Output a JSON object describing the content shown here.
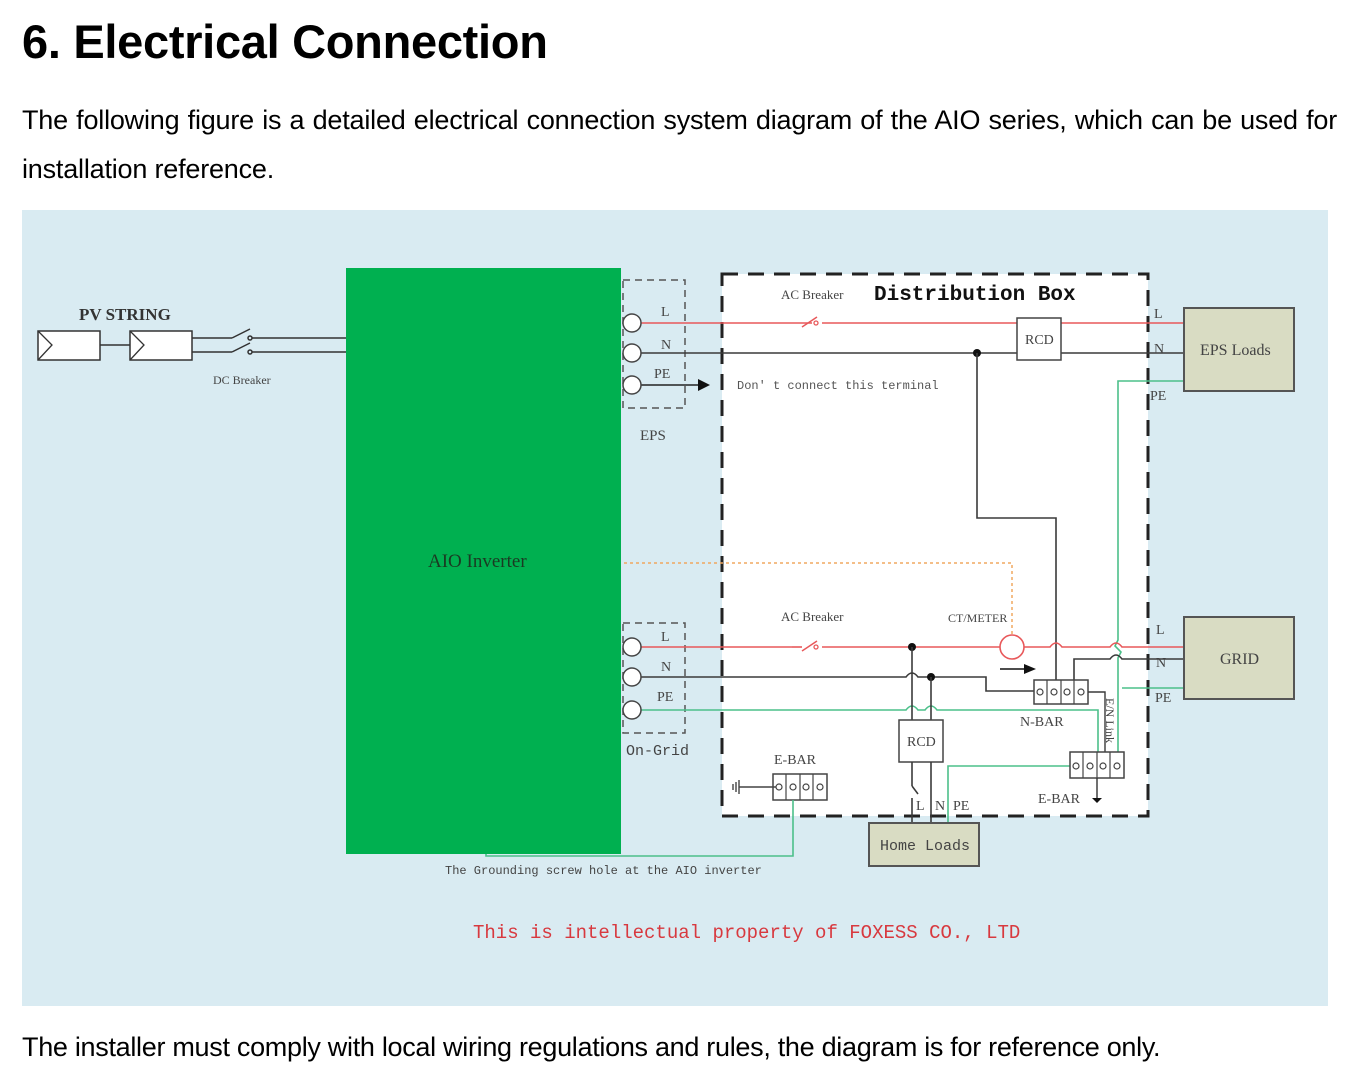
{
  "heading": "6. Electrical Connection",
  "intro": "The following figure is a detailed electrical connection system diagram of the AIO series, which can be used for installation reference.",
  "outro": "The installer must comply with local wiring regulations and rules, the diagram is for reference only.",
  "diagram": {
    "colors": {
      "background": "#d9ebf2",
      "inverter": "#00b050",
      "live_wire": "#e8585a",
      "neutral_wire": "#3a3a3a",
      "earth_wire": "#4cc08a",
      "ct_signal": "#f0a860",
      "load_box": "#d9dcc3",
      "watermark": "#d8393f"
    },
    "pv_string": "PV STRING",
    "dc_breaker": "DC Breaker",
    "inverter": "AIO Inverter",
    "eps_port": {
      "label": "EPS",
      "terminals": [
        "L",
        "N",
        "PE"
      ]
    },
    "ongrid_port": {
      "label": "On-Grid",
      "terminals": [
        "L",
        "N",
        "PE"
      ]
    },
    "distribution_box": "Distribution Box",
    "ac_breaker_top": "AC Breaker",
    "ac_breaker_bottom": "AC Breaker",
    "rcd_top": "RCD",
    "rcd_bottom": "RCD",
    "dont_connect": "Don' t connect this terminal",
    "ct_meter": "CT/METER",
    "n_bar": "N-BAR",
    "e_bar_left": "E-BAR",
    "e_bar_right": "E-BAR",
    "en_link": "E/N Link",
    "eps_loads": {
      "label": "EPS Loads",
      "terminals": [
        "L",
        "N",
        "PE"
      ]
    },
    "grid": {
      "label": "GRID",
      "terminals": [
        "L",
        "N",
        "PE"
      ]
    },
    "home_loads": {
      "label": "Home Loads",
      "terminals": [
        "L",
        "N",
        "PE"
      ]
    },
    "grounding_note": "The Grounding screw hole at the AIO inverter",
    "watermark": "This is intellectual property of FOXESS CO., LTD"
  }
}
